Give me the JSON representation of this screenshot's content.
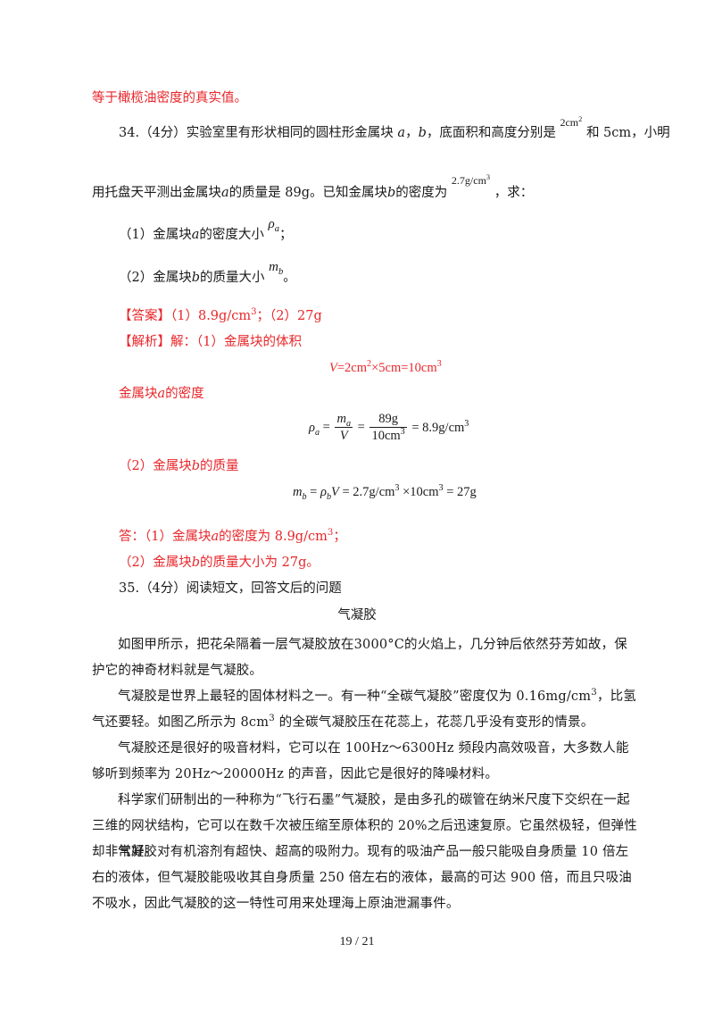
{
  "top_line": "等于橄榄油密度的真实值。",
  "q34": {
    "number": "34.",
    "score": "（4分）",
    "text_a": "实验室里有形状相同的圆柱形金属块",
    "var_a": "a",
    "comma1": "，",
    "var_b": "b",
    "text_b": "，底面积和高度分别是",
    "area_value": "2cm",
    "area_exp": "2",
    "text_c": "和 5cm，小明",
    "line2_a": "用托盘天平测出金属块",
    "line2_var": "a",
    "line2_b": "的质量是 89g。已知金属块",
    "line2_var2": "b",
    "line2_c": "的密度为",
    "density_value": "2.7g/cm",
    "density_exp": "3",
    "line2_end": "，求：",
    "sub1_a": "（1）金属块",
    "sub1_var": "a",
    "sub1_b": "的密度大小",
    "sub1_sym": "ρ",
    "sub1_sub": "a",
    "sub1_end": "；",
    "sub2_a": "（2）金属块",
    "sub2_var": "b",
    "sub2_b": "的质量大小",
    "sub2_sym": "m",
    "sub2_sub": "b",
    "sub2_end": "。"
  },
  "answer": {
    "label": "【答案】",
    "part1": "（1）8.9g/cm",
    "part1_exp": "3",
    "part2": "；（2）27g"
  },
  "analysis": {
    "label": "【解析】",
    "intro": "解：（1）金属块的体积",
    "volume_eq_lhs": "V",
    "volume_eq_rhs_a": "=2cm",
    "volume_eq_exp1": "2",
    "volume_eq_rhs_b": "×5cm=10cm",
    "volume_eq_exp2": "3",
    "density_label_a": "金属块",
    "density_label_var": "a",
    "density_label_b": "的密度",
    "rho": "ρ",
    "rho_sub": "a",
    "eq": "=",
    "frac1_num_m": "m",
    "frac1_num_sub": "a",
    "frac1_den": "V",
    "frac2_num": "89g",
    "frac2_den": "10cm",
    "frac2_den_exp": "3",
    "density_result": "= 8.9g/cm",
    "density_result_exp": "3",
    "mass_label_a": "（2）金属块",
    "mass_label_var": "b",
    "mass_label_b": "的质量",
    "mass_m": "m",
    "mass_m_sub": "b",
    "mass_eq_a": " = ",
    "mass_rho": "ρ",
    "mass_rho_sub": "b",
    "mass_V": "V",
    "mass_eq_b": " = 2.7g/cm",
    "mass_exp1": "3",
    "mass_eq_c": " ×10cm",
    "mass_exp2": "3",
    "mass_eq_d": " = 27g",
    "final1_a": "答：（1）金属块",
    "final1_var": "a",
    "final1_b": "的密度为 8.9g/cm",
    "final1_exp": "3",
    "final1_end": "；",
    "final2_a": "（2）金属块",
    "final2_var": "b",
    "final2_b": "的质量大小为 27g。"
  },
  "q35": {
    "number": "35.",
    "score": "（4分）",
    "text": "阅读短文，回答文后的问题",
    "article_title": "气凝胶",
    "p1": "如图甲所示，把花朵隔着一层气凝胶放在3000°C的火焰上，几分钟后依然芬芳如故，保护它的神奇材料就是气凝胶。",
    "p2_a": "气凝胶是世界上最轻的固体材料之一。有一种“全碳气凝胶”密度仅为 0.16mg/cm",
    "p2_exp1": "3",
    "p2_b": "，比氢气还要轻。如图乙所示为 8cm",
    "p2_exp2": "3",
    "p2_c": " 的全碳气凝胶压在花蕊上，花蕊几乎没有变形的情景。",
    "p3": "气凝胶还是很好的吸音材料，它可以在 100Hz～6300Hz 频段内高效吸音，大多数人能够听到频率为 20Hz～20000Hz 的声音，因此它是很好的降噪材料。",
    "p4": "科学家们研制出的一种称为“飞行石墨”气凝胶，是由多孔的碳管在纳米尺度下交织在一起三维的网状结构，它可以在数千次被压缩至原体积的 20%之后迅速复原。它虽然极轻，但弹性却非常好。",
    "p5": "气凝胶对有机溶剂有超快、超高的吸附力。现有的吸油产品一般只能吸自身质量 10 倍左右的液体，但气凝胶能吸收其自身质量 250 倍左右的液体，最高的可达 900 倍，而且只吸油不吸水，因此气凝胶的这一特性可用来处理海上原油泄漏事件。"
  },
  "footer": {
    "page": "19",
    "sep": "/",
    "total": "21"
  }
}
